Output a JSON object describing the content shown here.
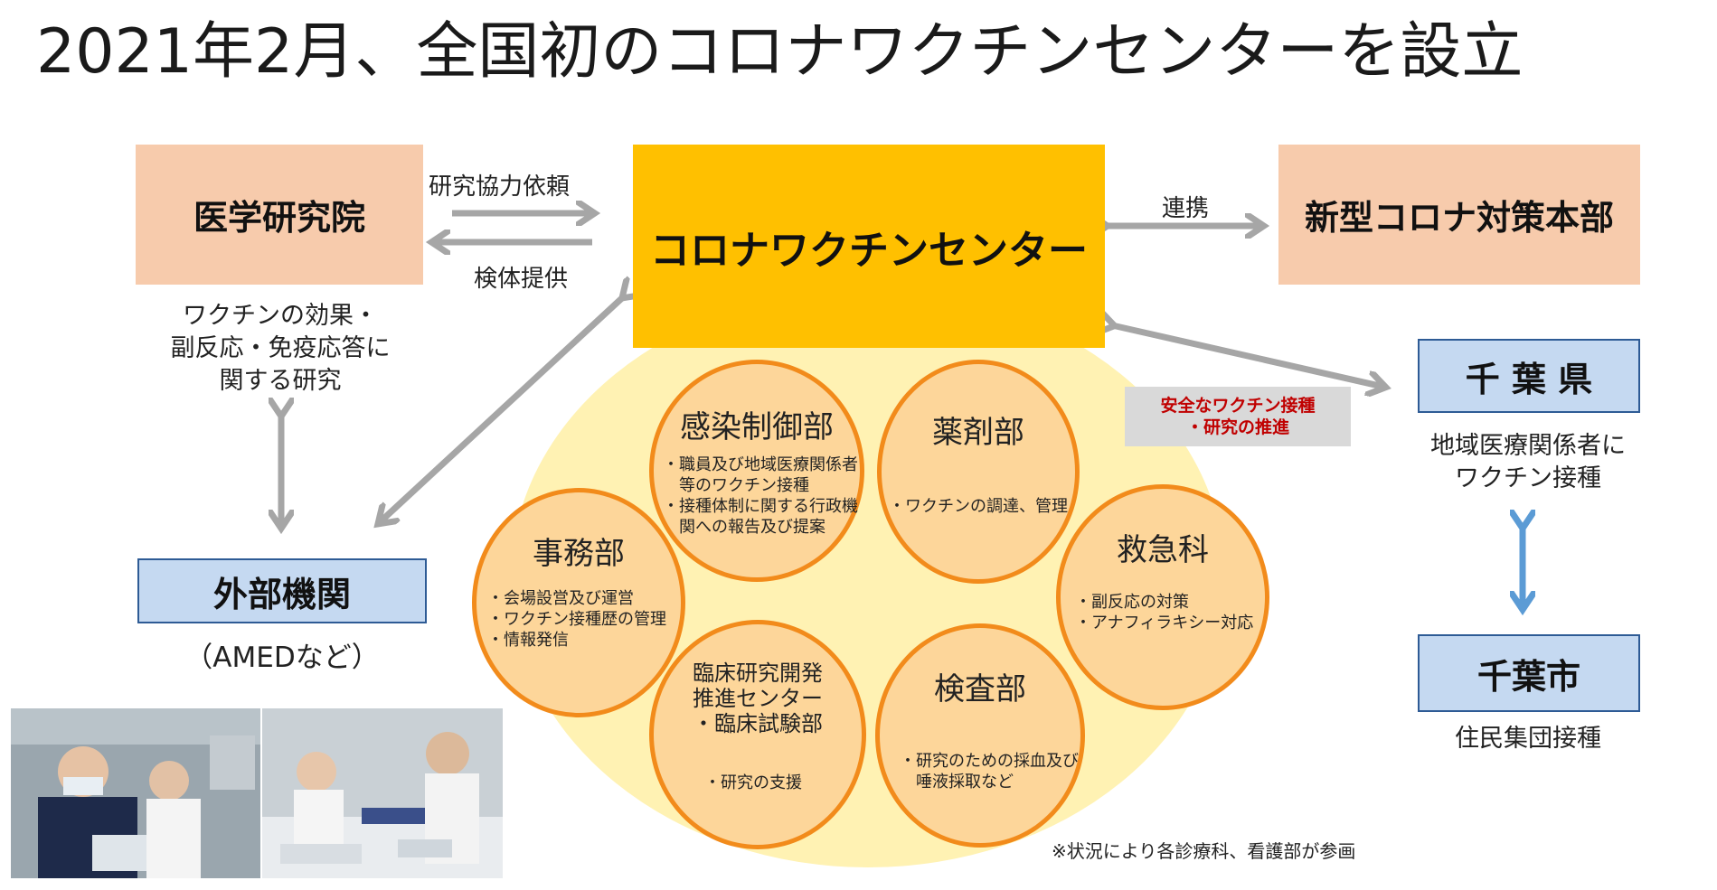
{
  "title": "2021年2月、全国初のコロナワクチンセンターを設立",
  "nodes": {
    "institute": "医学研究院",
    "center": "コロナワクチンセンター",
    "hq": "新型コロナ対策本部",
    "external": "外部機関",
    "prefecture": "千 葉 県",
    "city": "千葉市"
  },
  "captions": {
    "institute_research": [
      "ワクチンの効果・",
      "副反応・免疫応答に",
      "関する研究"
    ],
    "external_note": "（AMEDなど）",
    "prefecture_note": [
      "地域医療関係者に",
      "ワクチン接種"
    ],
    "city_note": "住民集団接種"
  },
  "arrow_labels": {
    "request": "研究協力依頼",
    "specimen": "検体提供",
    "link": "連携"
  },
  "highlight": [
    "安全なワクチン接種",
    "・研究の推進"
  ],
  "departments": [
    {
      "name": "感染制御部",
      "items": [
        "・職員及び地域医療関係者",
        "　等のワクチン接種",
        "・接種体制に関する行政機",
        "　関への報告及び提案"
      ]
    },
    {
      "name": "薬剤部",
      "items": [
        "・ワクチンの調達、管理"
      ]
    },
    {
      "name": "事務部",
      "items": [
        "・会場設営及び運営",
        "・ワクチン接種歴の管理",
        "・情報発信"
      ]
    },
    {
      "name": "救急科",
      "items": [
        "・副反応の対策",
        "・アナフィラキシー対応"
      ]
    },
    {
      "name": "臨床研究開発",
      "name2": "推進センター",
      "name3": "・臨床試験部",
      "items": [
        "・研究の支援"
      ]
    },
    {
      "name": "検査部",
      "items": [
        "・研究のための採血及び",
        "　唾液採取など"
      ]
    }
  ],
  "footnote": "※状況により各診療科、看護部が参画",
  "colors": {
    "center": "#ffc000",
    "peach": "#f7cbac",
    "blue_box": "#c5d9f1",
    "circle_fill": "#fdd69a",
    "circle_border": "#f28b1b",
    "halo": "#fff2b3",
    "arrow_gray": "#a6a6a6",
    "arrow_blue": "#5b9bd5",
    "highlight_text": "#c00000"
  }
}
